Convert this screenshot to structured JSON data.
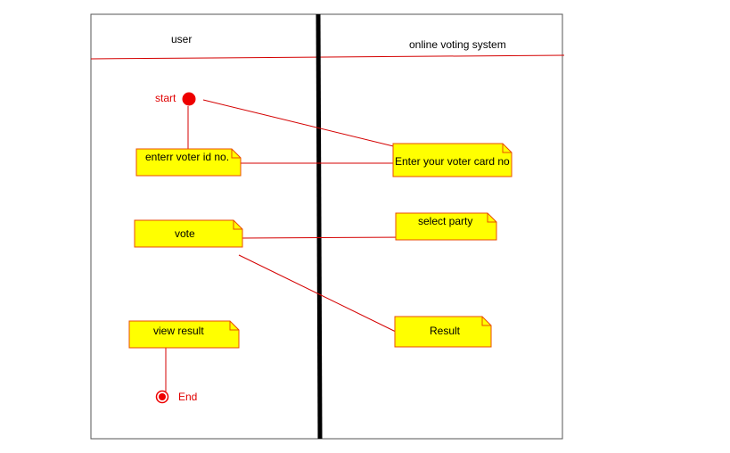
{
  "lanes": {
    "left_title": "user",
    "right_title": "online voting system"
  },
  "start_label": "start",
  "end_label": "End",
  "notes": {
    "enter_voter_id": "enterr voter id no.",
    "enter_voter_card": "Enter your voter card no",
    "vote": "vote",
    "select_party": "select party",
    "view_result": "view result",
    "result": "Result"
  },
  "colors": {
    "note_fill": "#ffff00",
    "note_border": "#e84c00",
    "line": "#d40000",
    "node": "#ee0000",
    "divider": "#000000",
    "frame": "#555555"
  }
}
